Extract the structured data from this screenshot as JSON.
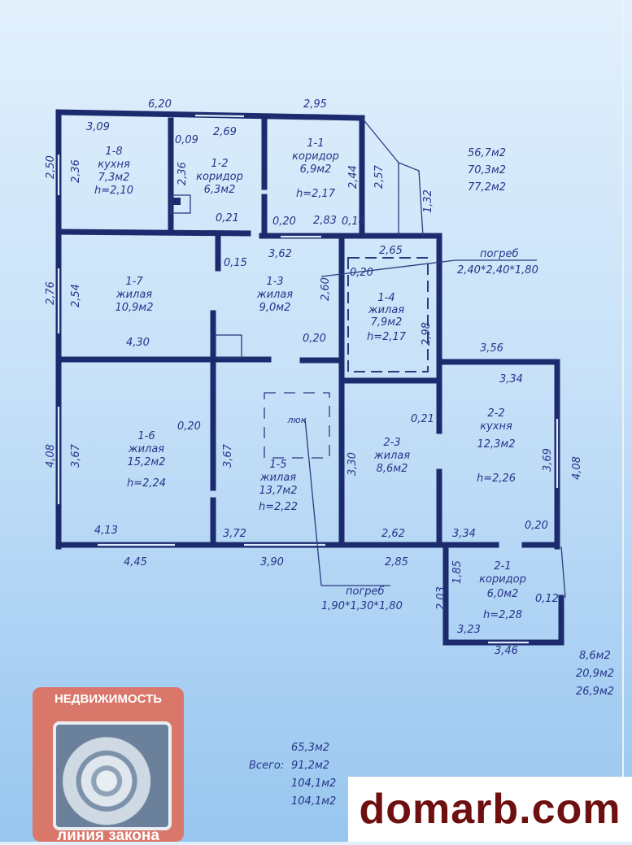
{
  "rooms": [
    {
      "id": "1-8",
      "name": "кухня",
      "area": "7,3м2",
      "height": "h=2,10"
    },
    {
      "id": "1-2",
      "name": "коридор",
      "area": "6,3м2"
    },
    {
      "id": "1-1",
      "name": "коридор",
      "area": "6,9м2",
      "height": "h=2,17"
    },
    {
      "id": "1-7",
      "name": "жилая",
      "area": "10,9м2"
    },
    {
      "id": "1-3",
      "name": "жилая",
      "area": "9,0м2"
    },
    {
      "id": "1-4",
      "name": "жилая",
      "area": "7,9м2",
      "height": "h=2,17"
    },
    {
      "id": "1-6",
      "name": "жилая",
      "area": "15,2м2",
      "height": "h=2,24"
    },
    {
      "id": "1-5",
      "name": "жилая",
      "area": "13,7м2",
      "height": "h=2,22"
    },
    {
      "id": "2-3",
      "name": "жилая",
      "area": "8,6м2"
    },
    {
      "id": "2-2",
      "name": "кухня",
      "area": "12,3м2",
      "height": "h=2,26"
    },
    {
      "id": "2-1",
      "name": "коридор",
      "area": "6,0м2",
      "height": "h=2,28"
    }
  ],
  "dims": {
    "top_620": "6,20",
    "top_295": "2,95",
    "d309": "3,09",
    "d009": "0,09",
    "d269": "2,69",
    "d250": "2,50",
    "d236a": "2,36",
    "d236b": "2,36",
    "d244": "2,44",
    "d257": "2,57",
    "d132": "1,32",
    "d021a": "0,21",
    "d020a": "0,20",
    "d283": "2,83",
    "d014": "0,14",
    "d362": "3,62",
    "d265": "2,65",
    "d015": "0,15",
    "d020b": "0,20",
    "d276": "2,76",
    "d254": "2,54",
    "d260": "2,60",
    "d298": "2,98",
    "d430": "4,30",
    "d020c": "0,20",
    "d356": "3,56",
    "d334a": "3,34",
    "d021b": "0,21",
    "d408a": "4,08",
    "d367a": "3,67",
    "d020d": "0,20",
    "d367b": "3,67",
    "d330": "3,30",
    "d369": "3,69",
    "d408b": "4,08",
    "d413": "4,13",
    "d445": "4,45",
    "d372": "3,72",
    "d390": "3,90",
    "d262": "2,62",
    "d285": "2,85",
    "d334b": "3,34",
    "d020e": "0,20",
    "d185": "1,85",
    "d203": "2,03",
    "d012": "0,12",
    "d323": "3,23",
    "d346": "3,46"
  },
  "hatch_label": "люк",
  "cellar1": {
    "label": "погреб",
    "size": "2,40*2,40*1,80"
  },
  "cellar2": {
    "label": "погреб",
    "size": "1,90*1,30*1,80"
  },
  "totals_part1": [
    "56,7м2",
    "70,3м2",
    "77,2м2"
  ],
  "totals_part2": [
    "8,6м2",
    "20,9м2",
    "26,9м2"
  ],
  "grand_total": {
    "label": "Всего:",
    "values": [
      "65,3м2",
      "91,2м2",
      "104,1м2",
      "104,1м2"
    ]
  },
  "logo": {
    "top": "НЕДВИЖИМОСТЬ",
    "bottom": "линия закона"
  },
  "watermark": "domarb.com"
}
